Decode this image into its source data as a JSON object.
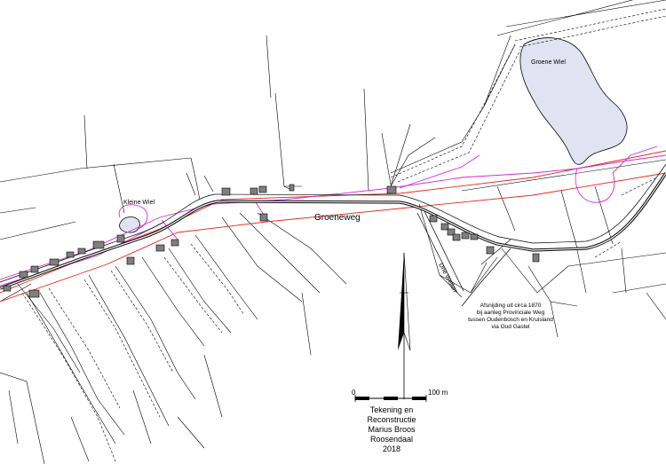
{
  "labels": {
    "street_main": "Groeneweg",
    "street_side": "Drie Weilen",
    "pond_small": "Kleine Wiel",
    "pond_large": "Groene Wiel"
  },
  "annotation": {
    "line1": "Afsnijding uit circa 1870",
    "line2": "bij aanleg Provinciale Weg",
    "line3": "tussen Oudenbosch en Kruisland",
    "line4": "via Oud Gastel"
  },
  "scale_bar": {
    "start_label": "0",
    "end_label": "100 m"
  },
  "credit": {
    "line1": "Tekening en",
    "line2": "Reconstructie",
    "line3": "Marius Broos",
    "line4": "Roosendaal",
    "line5": "2018"
  },
  "colors": {
    "road": "#000000",
    "parcel": "#000000",
    "building": "#7f7f7f",
    "water": "#e1e3f2",
    "red_lines": "#e8281e",
    "magenta_lines": "#d628d6",
    "north_arrow": "#000000"
  }
}
